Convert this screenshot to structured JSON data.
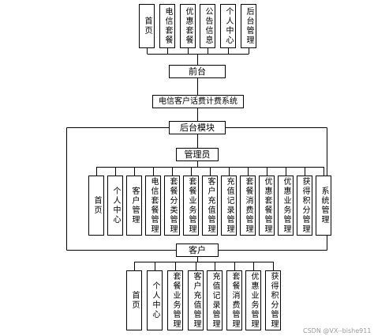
{
  "top_modules": [
    "首页",
    "电信套餐",
    "优惠套餐",
    "公告信息",
    "个人中心",
    "后台管理"
  ],
  "frontend": "前台",
  "system": "电信客户话费计费系统",
  "backend": "后台模块",
  "admin": "管理员",
  "admin_modules": [
    "首页",
    "个人中心",
    "客户管理",
    "电信套餐管理",
    "套餐分类管理",
    "套餐业务管理",
    "客户充值管理",
    "充值记录管理",
    "套餐消费管理",
    "优惠套餐管理",
    "优惠业务管理",
    "获得积分管理",
    "系统管理"
  ],
  "customer": "客户",
  "customer_modules": [
    "首页",
    "个人中心",
    "套餐业务管理",
    "客户充值管理",
    "充值记录管理",
    "套餐消费管理",
    "优惠业务管理",
    "获得积分管理"
  ],
  "watermark": "CSDN @VX--bishe911"
}
